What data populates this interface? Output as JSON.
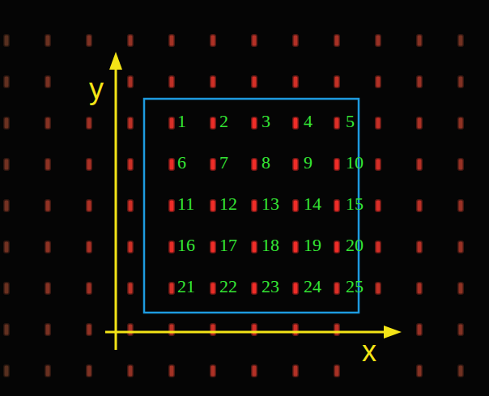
{
  "diagram": {
    "labels": [
      "y",
      "1",
      "2",
      "3",
      "4",
      "5",
      "6",
      "7",
      "8",
      "9",
      "10",
      "11",
      "12",
      "13",
      "14",
      "15",
      "16",
      "17",
      "18",
      "19",
      "20",
      "21",
      "22",
      "23",
      "24",
      "25",
      "x"
    ]
  }
}
